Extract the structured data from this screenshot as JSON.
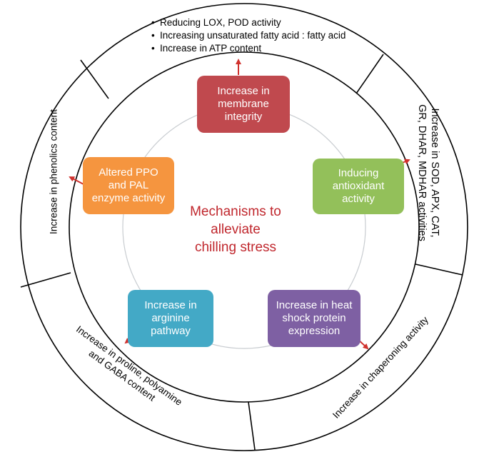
{
  "center": {
    "lines": [
      "Mechanisms to",
      "alleviate",
      "chilling stress"
    ],
    "color": "#c0272d"
  },
  "boxes": {
    "membrane": {
      "lines": [
        "Increase in",
        "membrane",
        "integrity"
      ],
      "color": "#c0494e"
    },
    "antioxidant": {
      "lines": [
        "Inducing",
        "antioxidant",
        "activity"
      ],
      "color": "#93c05a"
    },
    "heat_shock": {
      "lines": [
        "Increase in heat",
        "shock protein",
        "expression"
      ],
      "color": "#7e60a3"
    },
    "arginine": {
      "lines": [
        "Increase in",
        "arginine",
        "pathway"
      ],
      "color": "#43a9c6"
    },
    "ppo": {
      "lines": [
        "Altered PPO",
        "and PAL",
        "enzyme activity"
      ],
      "color": "#f5953f"
    }
  },
  "outer": {
    "top_bullets": [
      "Reducing LOX, POD activity",
      "Increasing unsaturated fatty acid : fatty acid",
      "Increase in ATP content"
    ],
    "right": [
      "Increase in SOD, APX, CAT,",
      "GR, DHAR, MDHAR activities"
    ],
    "bottom_right": [
      "Increase in chaperoning activity"
    ],
    "bottom_left": [
      "Increase in proline, polyamine",
      "and GABA content"
    ],
    "left": [
      "Increase in phenolics content"
    ]
  },
  "colors": {
    "arrow": "#d0312d",
    "ring": "#000000",
    "inner_circle": "#c8ccd0"
  }
}
